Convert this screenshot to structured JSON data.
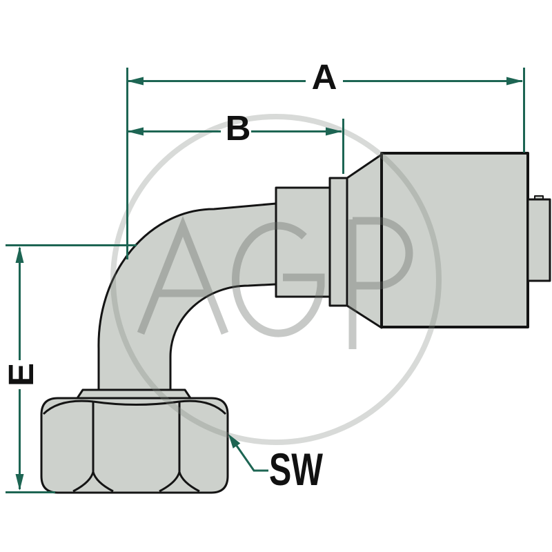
{
  "drawing": {
    "kind": "technical dimension drawing of a 90-degree elbow hose fitting",
    "labels": {
      "dim_a": "A",
      "dim_b": "B",
      "dim_e": "E",
      "wrench": "SW"
    },
    "watermark": {
      "text": "AGP"
    },
    "colors": {
      "dimension_green": "#1d6553",
      "outline_black": "#141414",
      "fitting_gray": "#cdd1cc",
      "watermark_gray": "#c4c8c4",
      "label_text": "#111111",
      "background": "#ffffff"
    }
  }
}
